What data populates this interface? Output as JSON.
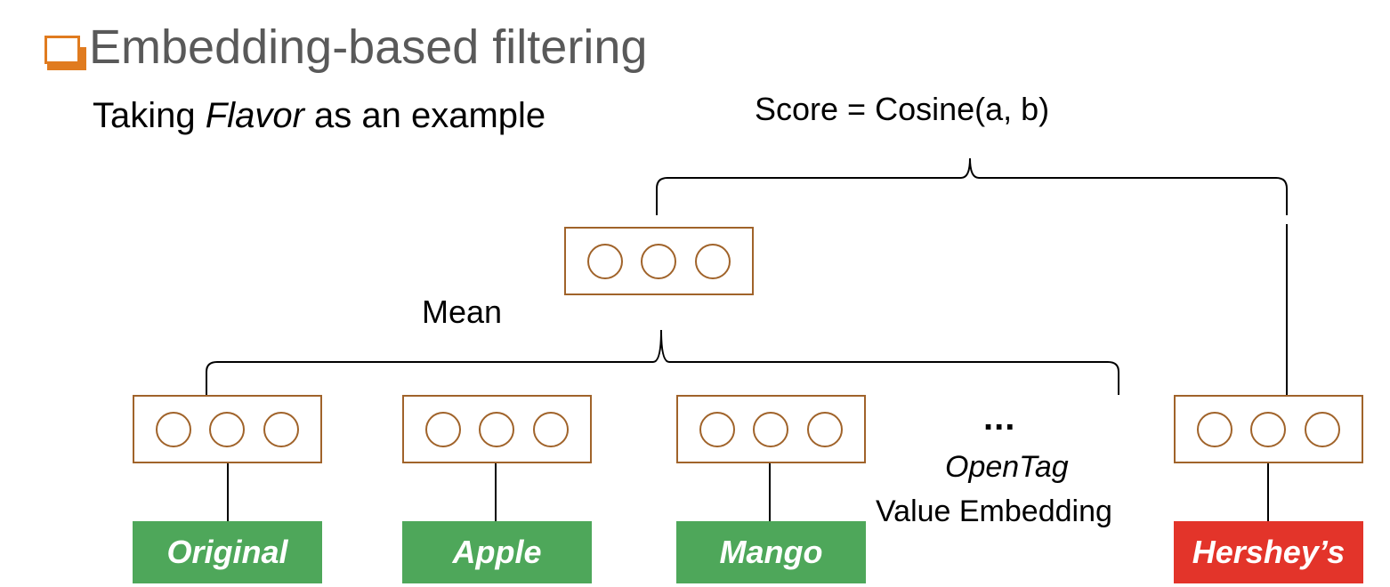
{
  "slide": {
    "title": "Embedding-based filtering",
    "subtitle_pre": "Taking ",
    "subtitle_em": "Flavor",
    "subtitle_post": " as an example"
  },
  "diagram": {
    "score_label": "Score = Cosine(a, b)",
    "mean_label": "Mean",
    "ellipsis": "...",
    "opentag_label": "OpenTag",
    "value_embedding_label": "Value Embedding",
    "values": [
      {
        "label": "Original",
        "color": "#4ea75a"
      },
      {
        "label": "Apple",
        "color": "#4ea75a"
      },
      {
        "label": "Mango",
        "color": "#4ea75a"
      },
      {
        "label": "Hershey’s",
        "color": "#e3342a"
      }
    ],
    "colors": {
      "vector_border": "#a0632a",
      "bullet": "#e07b1f",
      "title": "#595959"
    }
  }
}
